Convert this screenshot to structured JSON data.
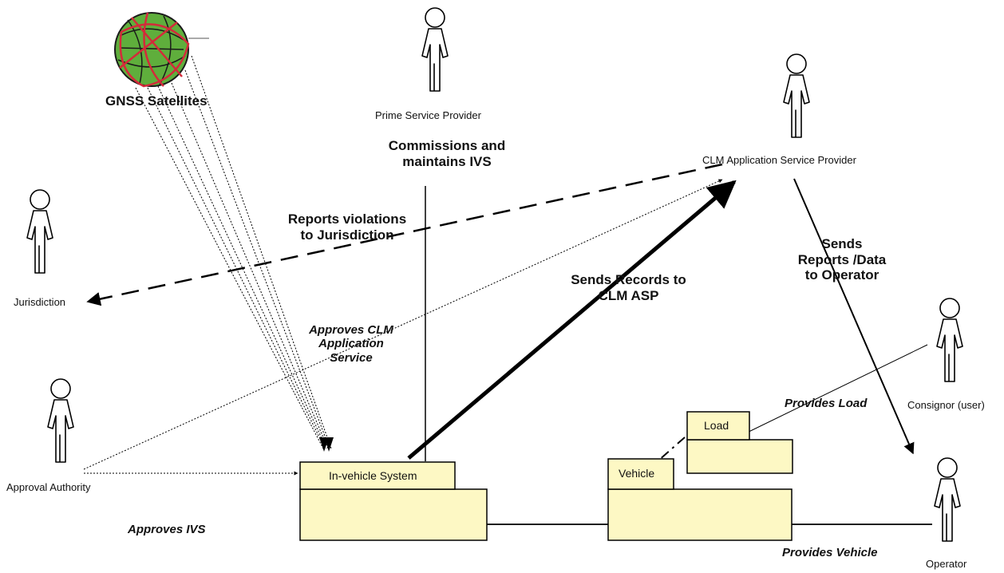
{
  "actors": {
    "prime_service_provider": "Prime  Service Provider",
    "clm_asp": "CLM Application Service Provider",
    "jurisdiction": "Jurisdiction",
    "approval_authority": "Approval Authority",
    "consignor": "Consignor (user)",
    "operator": "Operator"
  },
  "satellites": {
    "label": "GNSS Satellites"
  },
  "boxes": {
    "in_vehicle_system": "In-vehicle System",
    "vehicle": "Vehicle",
    "load": "Load"
  },
  "relations": {
    "commissions": "Commissions and\nmaintains IVS",
    "reports_violations": "Reports violations\nto Jurisdiction",
    "sends_records": "Sends Records to\nCLM ASP",
    "sends_reports": "Sends\nReports /Data\nto Operator",
    "approves_clm": "Approves CLM\nApplication\nService",
    "approves_ivs": "Approves IVS",
    "provides_load": "Provides Load",
    "provides_vehicle": "Provides Vehicle"
  },
  "colors": {
    "box_fill": "#fdf8c4",
    "line": "#000000",
    "globe_green": "#5fae3c",
    "globe_red": "#d42a3a"
  }
}
